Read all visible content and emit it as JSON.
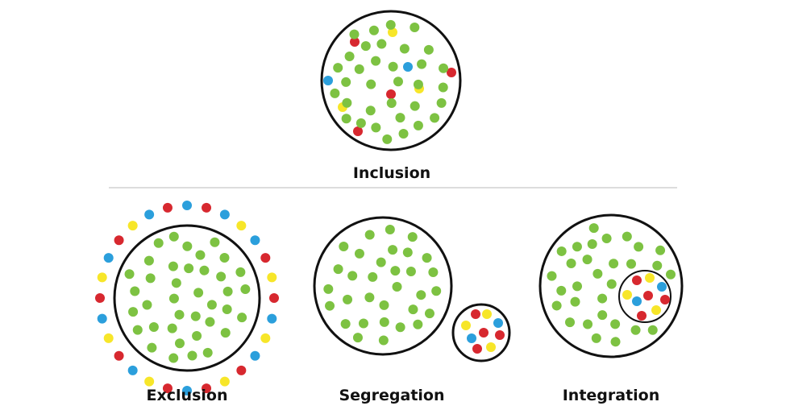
{
  "labels": {
    "inclusion": "Inclusion",
    "exclusion": "Exclusion",
    "segregation": "Segregation",
    "integration": "Integration"
  },
  "colors": {
    "green": "#7dc242",
    "red": "#d7282f",
    "yellow": "#f7e629",
    "blue": "#2b9fdc",
    "outline": "#111111",
    "divider": "#dddddd"
  }
}
